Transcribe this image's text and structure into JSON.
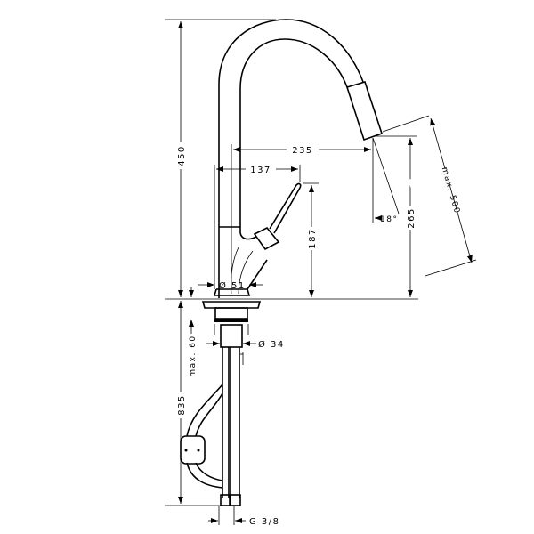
{
  "drawing": {
    "dimensions": {
      "total_height": "450",
      "spout_reach": "235",
      "lever_reach": "137",
      "lever_height": "187",
      "spout_height": "265",
      "pullout_length": "max. 500",
      "spray_angle": "18°",
      "base_diameter": "Ø 51",
      "shank_diameter": "Ø 34",
      "max_deck_thickness": "max. 60",
      "hose_length": "835",
      "connection_thread": "G 3/8"
    }
  }
}
